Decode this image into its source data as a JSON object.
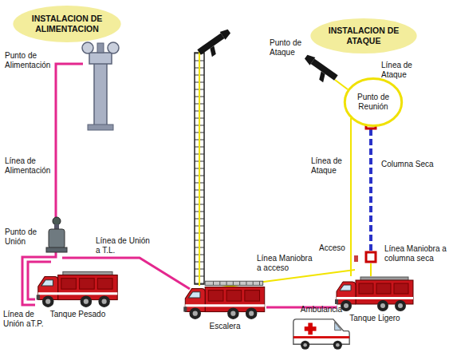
{
  "diagram": {
    "nodes": [
      {
        "text": [
          "INSTALACION DE ALIMENTACION"
        ]
      },
      {
        "text": [
          "INSTALACION DE ATAQUE"
        ]
      },
      {
        "text": [
          "Punto de Reunión"
        ]
      },
      {
        "text": [
          "Tanque Pesado"
        ]
      },
      {
        "text": [
          "Escalera"
        ]
      },
      {
        "text": [
          "Tanque Ligero"
        ]
      },
      {
        "text": [
          "Ambulancia"
        ]
      }
    ],
    "edges": [
      {
        "from": 2,
        "to": 5,
        "arrow": "none"
      },
      {
        "from": 4,
        "to": 5,
        "arrow": "none"
      }
    ],
    "labels": [
      "Punto de Alimentación",
      "Punto de Ataque",
      "Línea de Ataque",
      "Línea de Alimentación",
      "Línea de Ataque",
      "Columna Seca",
      "Punto de Unión",
      "Línea de Unión a T.L.",
      "Acceso",
      "Línea Maniobra a columna seca",
      "Línea Maniobra a acceso",
      "Línea de Unión aT.P."
    ]
  }
}
